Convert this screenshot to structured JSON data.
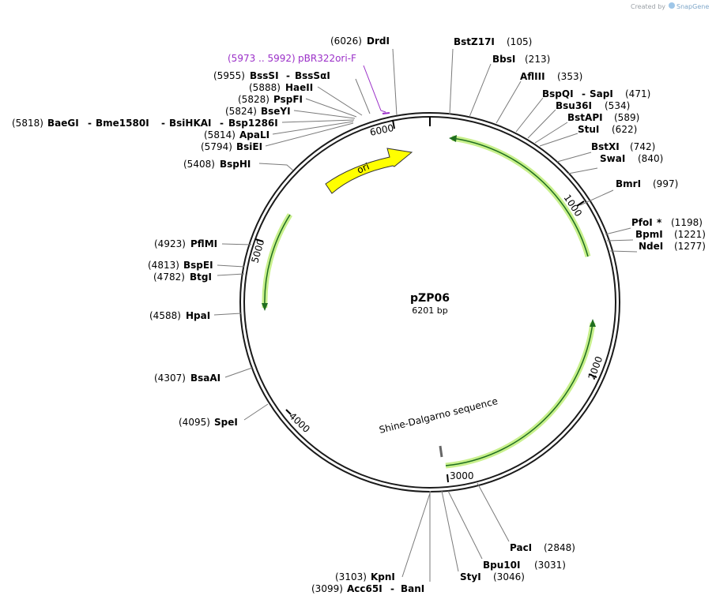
{
  "credit": {
    "prefix": "Created by",
    "brand": "SnapGene"
  },
  "plasmid": {
    "name": "pZP06",
    "size_label": "6201 bp"
  },
  "ticks": [
    "1000",
    "2000",
    "3000",
    "4000",
    "5000",
    "6000"
  ],
  "features": {
    "ori": "ori",
    "shine_dalgarno": "Shine-Dalgarno sequence",
    "primer": {
      "range": "(5973 .. 5992)",
      "name": "pBR322ori-F"
    }
  },
  "sites": [
    {
      "pos": "(6026)",
      "name": "DrdI"
    },
    {
      "pos": "(105)",
      "name": "BstZ17I"
    },
    {
      "pos": "(213)",
      "name": "BbsI"
    },
    {
      "pos": "(353)",
      "name": "AflIII"
    },
    {
      "pos": "(471)",
      "name": "BspQI",
      "name2": "SapI"
    },
    {
      "pos": "(534)",
      "name": "Bsu36I"
    },
    {
      "pos": "(589)",
      "name": "BstAPI"
    },
    {
      "pos": "(622)",
      "name": "StuI"
    },
    {
      "pos": "(742)",
      "name": "BstXI"
    },
    {
      "pos": "(840)",
      "name": "SwaI"
    },
    {
      "pos": "(997)",
      "name": "BmrI"
    },
    {
      "pos": "(1198)",
      "name": "PfoI",
      "mark": "*"
    },
    {
      "pos": "(1221)",
      "name": "BpmI"
    },
    {
      "pos": "(1277)",
      "name": "NdeI"
    },
    {
      "pos": "(2848)",
      "name": "PacI"
    },
    {
      "pos": "(3031)",
      "name": "Bpu10I"
    },
    {
      "pos": "(3046)",
      "name": "StyI"
    },
    {
      "pos": "(3103)",
      "name": "KpnI"
    },
    {
      "pos": "(3099)",
      "name": "Acc65I",
      "name2": "BanI"
    },
    {
      "pos": "(4095)",
      "name": "SpeI"
    },
    {
      "pos": "(4307)",
      "name": "BsaAI"
    },
    {
      "pos": "(4588)",
      "name": "HpaI"
    },
    {
      "pos": "(4782)",
      "name": "BtgI"
    },
    {
      "pos": "(4813)",
      "name": "BspEI"
    },
    {
      "pos": "(4923)",
      "name": "PflMI"
    },
    {
      "pos": "(5408)",
      "name": "BspHI"
    },
    {
      "pos": "(5794)",
      "name": "BsiEI"
    },
    {
      "pos": "(5814)",
      "name": "ApaLI"
    },
    {
      "pos": "(5818)",
      "name": "BaeGI",
      "name2": "Bme1580I",
      "name3": "BsiHKAI",
      "name4": "Bsp1286I"
    },
    {
      "pos": "(5824)",
      "name": "BseYI"
    },
    {
      "pos": "(5828)",
      "name": "PspFI"
    },
    {
      "pos": "(5888)",
      "name": "HaeII"
    },
    {
      "pos": "(5955)",
      "name": "BssSI",
      "name2": "BssSαI"
    }
  ],
  "colors": {
    "backbone": "#1a1a1a",
    "ori_fill": "#ffff00",
    "orf_glow": "#c8f08c",
    "orf_line": "#1f6e1f",
    "primer": "#9b30c8",
    "leader": "#7a7a7a"
  }
}
